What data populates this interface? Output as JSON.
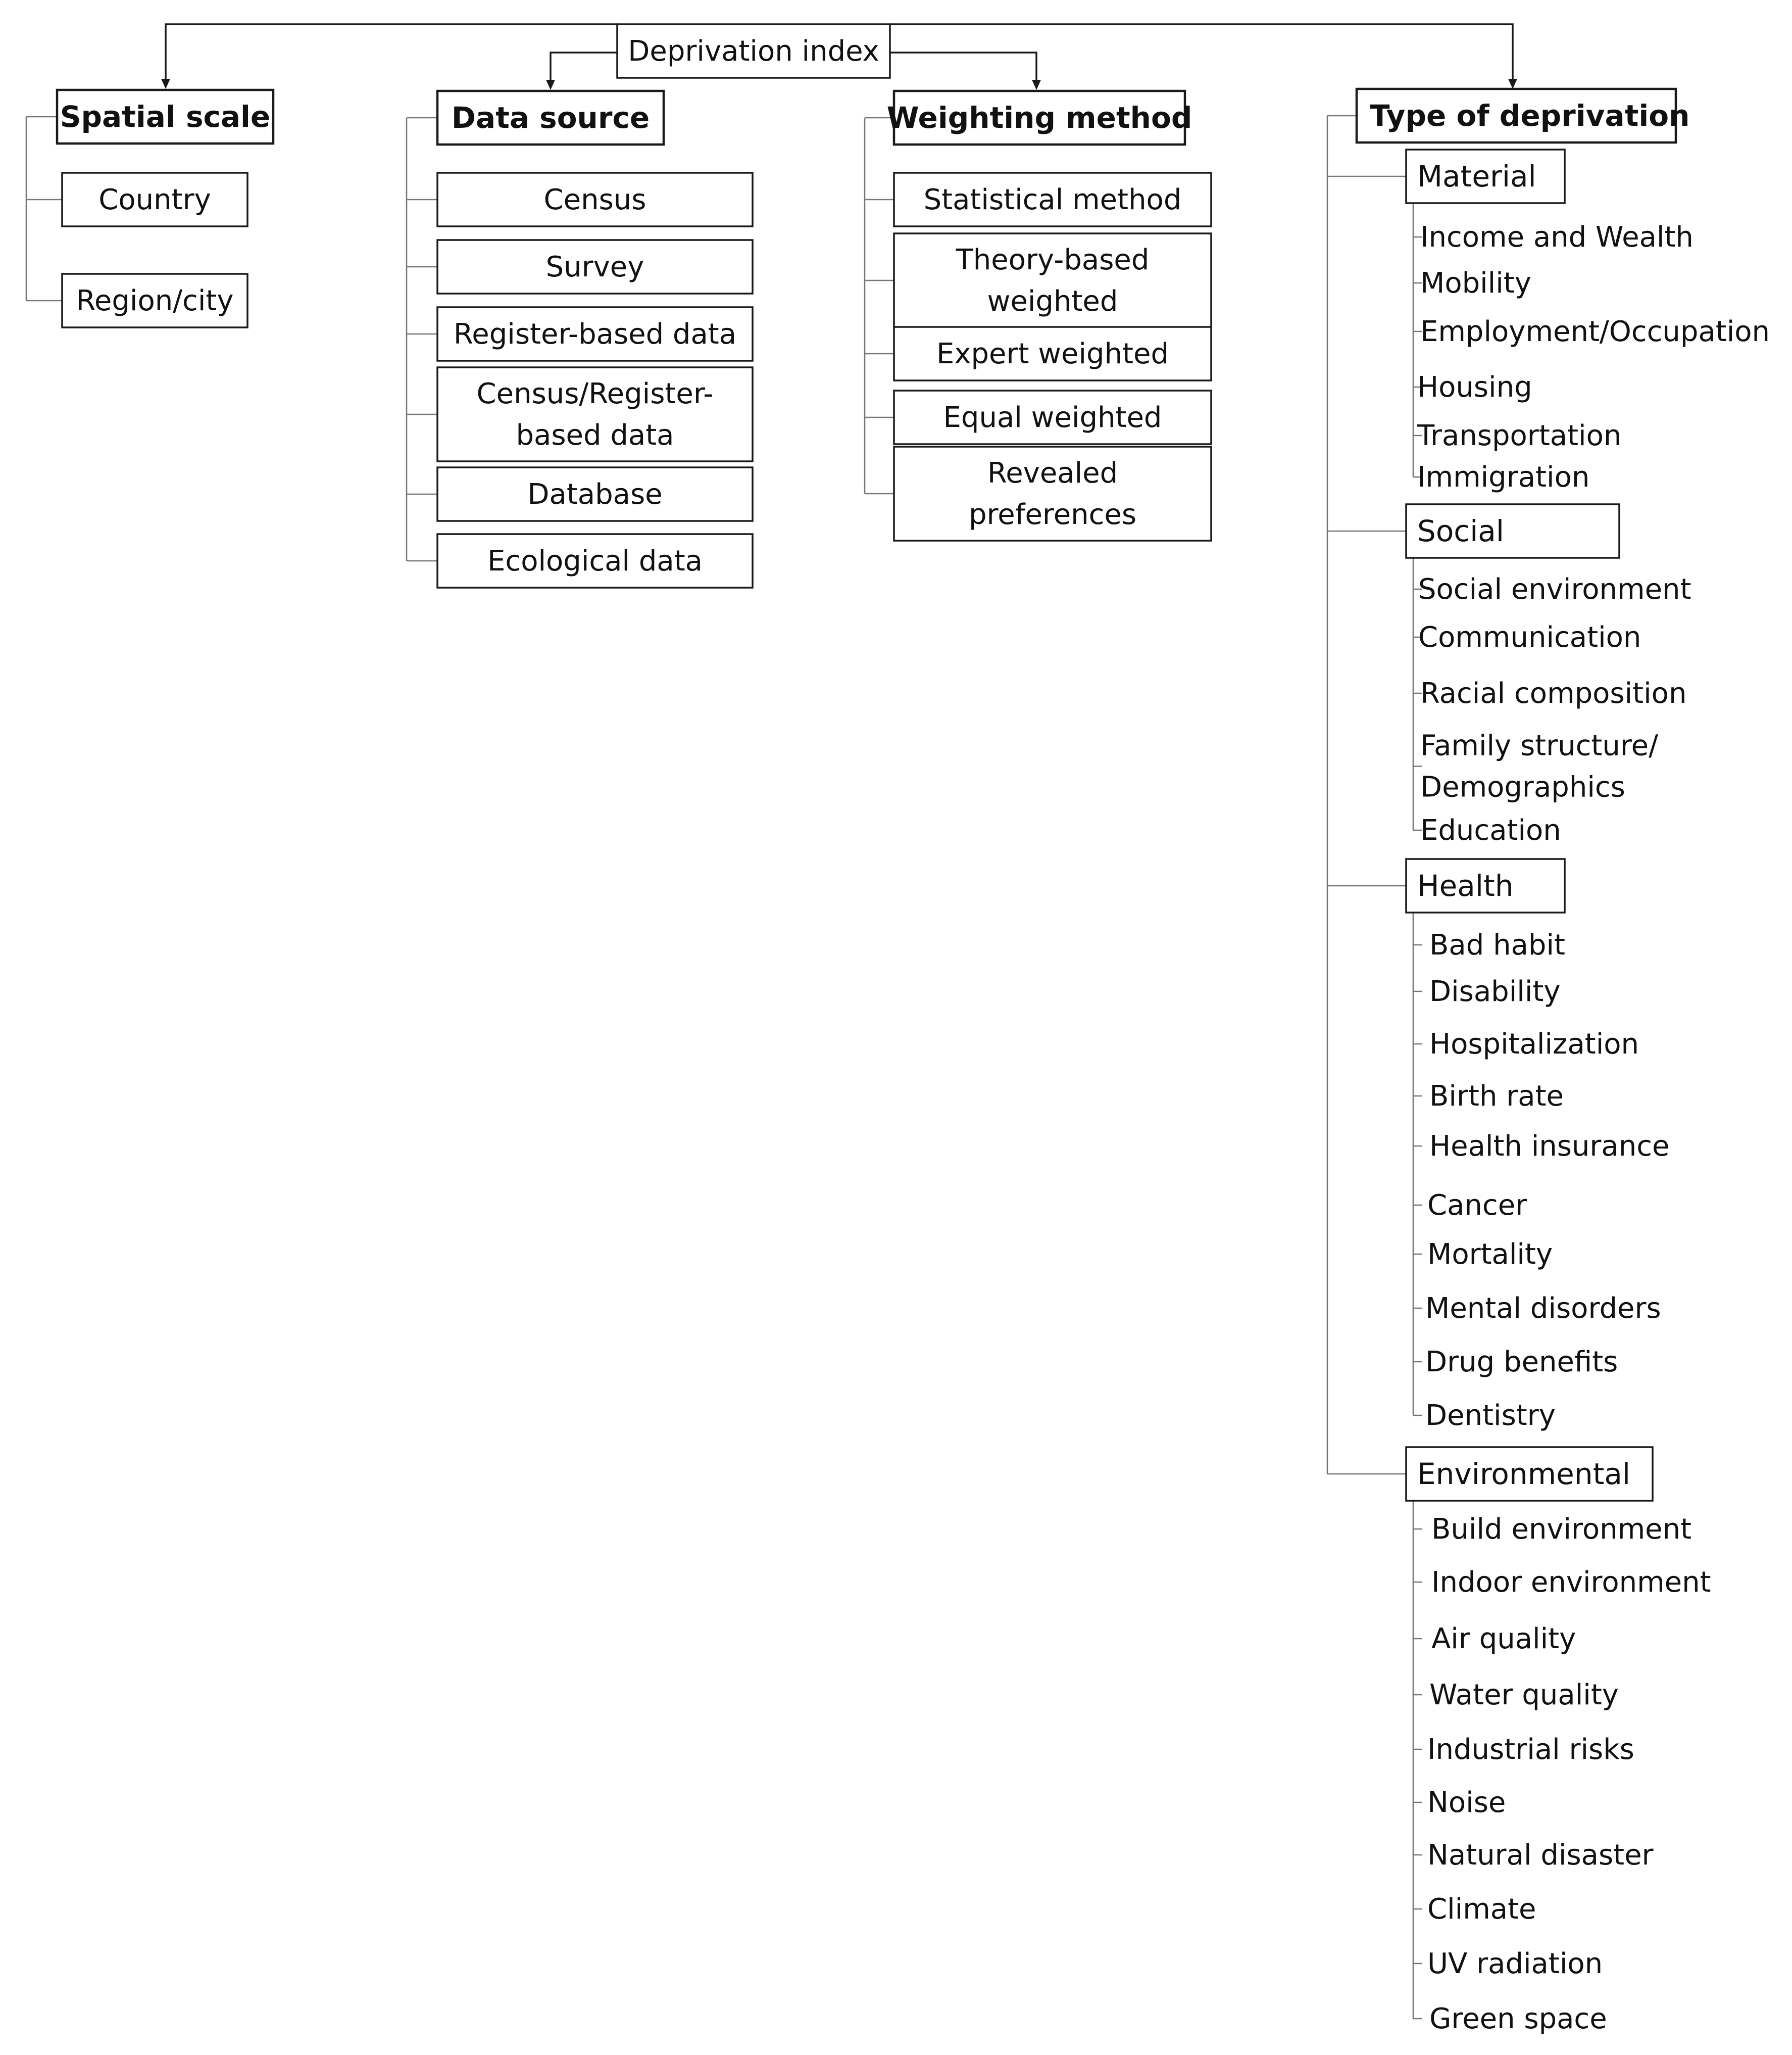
{
  "root": {
    "label": "Deprivation index"
  },
  "spatial_scale": {
    "title": "Spatial scale",
    "items": [
      "Country",
      "Region/city"
    ]
  },
  "data_source": {
    "title": "Data source",
    "items": [
      "Census",
      "Survey",
      "Register-based data",
      [
        "Census/Register-",
        "based data"
      ],
      "Database",
      "Ecological data"
    ]
  },
  "weighting_method": {
    "title": "Weighting method",
    "items": [
      "Statistical method",
      [
        "Theory-based",
        "weighted"
      ],
      "Expert weighted",
      "Equal weighted",
      [
        "Revealed",
        "preferences"
      ]
    ]
  },
  "type_of_deprivation": {
    "title": "Type of deprivation",
    "groups": [
      {
        "name": "Material",
        "items": [
          "Income and Wealth",
          "Mobility",
          "Employment/Occupation",
          "Housing",
          "Transportation",
          "Immigration"
        ]
      },
      {
        "name": "Social",
        "items": [
          "Social environment",
          "Communication",
          "Racial composition",
          [
            "Family structure/",
            "Demographics"
          ],
          "Education"
        ]
      },
      {
        "name": "Health",
        "items": [
          "Bad habit",
          "Disability",
          "Hospitalization",
          "Birth rate",
          "Health insurance",
          "Cancer",
          "Mortality",
          "Mental disorders",
          "Drug benefits",
          "Dentistry"
        ]
      },
      {
        "name": "Environmental",
        "items": [
          "Build environment",
          "Indoor environment",
          "Air quality",
          "Water quality",
          "Industrial risks",
          "Noise",
          "Natural disaster",
          "Climate",
          "UV radiation",
          "Green space"
        ]
      }
    ]
  }
}
